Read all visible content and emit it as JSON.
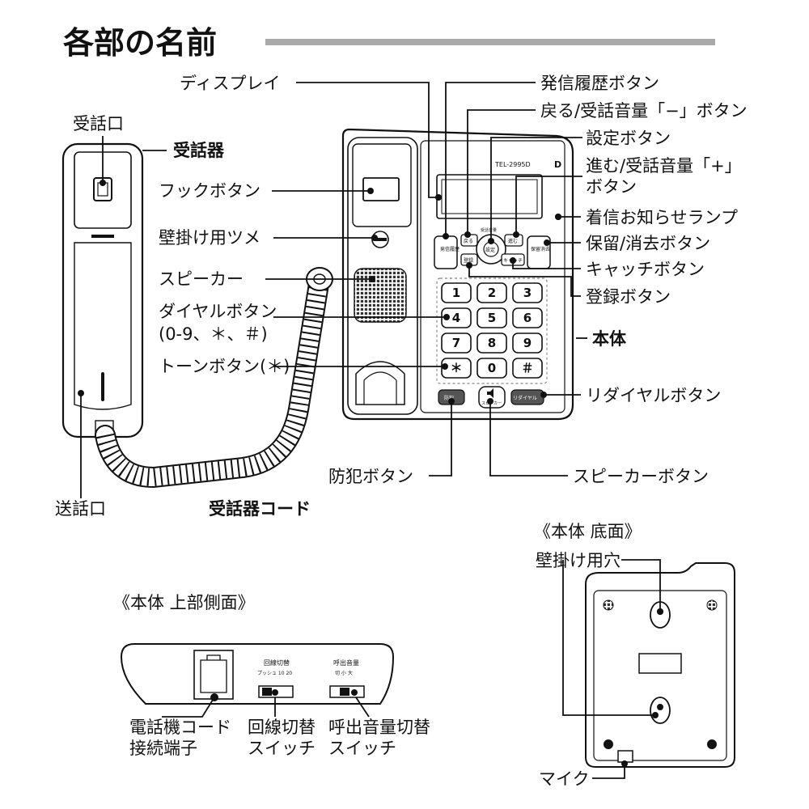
{
  "title": "各部の名前",
  "model_text": "TEL-2995D",
  "logo_letter": "D",
  "labels": {
    "jushin_kuchi": "受話口",
    "juwaki": "受話器",
    "hook_button": "フックボタン",
    "kabekake_tsume": "壁掛け用ツメ",
    "speaker": "スピーカー",
    "dial_button_1": "ダイヤルボタン",
    "dial_button_2": "(0-9、＊、＃)",
    "tone_button": "トーンボタン(＊)",
    "soshin_kuchi": "送話口",
    "juwaki_cord": "受話器コード",
    "display": "ディスプレイ",
    "hasshin_rireki_button": "発信履歴ボタン",
    "modoru_button": "戻る/受話音量「−」ボタン",
    "settei_button": "設定ボタン",
    "susumu_button_1": "進む/受話音量「+」",
    "susumu_button_2": "ボタン",
    "chakushin_lamp": "着信お知らせランプ",
    "horyu_button": "保留/消去ボタン",
    "catch_button": "キャッチボタン",
    "toroku_button": "登録ボタン",
    "hontai": "本体",
    "redial_button": "リダイヤルボタン",
    "bouhan_button": "防犯ボタン",
    "speaker_button": "スピーカーボタン"
  },
  "phone_keys": {
    "hasshin_rireki": "発信履歴",
    "modoru": "戻る",
    "juwa_onryo": "受話音量",
    "settei": "設定",
    "susumu": "進む",
    "horyu_shokyo": "保留消去",
    "toroku": "登録",
    "catch": "キャッチ",
    "bouhan": "防犯",
    "speaker": "スピーカー",
    "redial": "リダイヤル",
    "dial": [
      "1",
      "2",
      "3",
      "4",
      "5",
      "6",
      "7",
      "8",
      "9",
      "＊",
      "0",
      "＃"
    ]
  },
  "top_side": {
    "heading": "《本体 上部側面》",
    "kaisen_kirikae": "回線切替",
    "kaisen_options": "プッシュ 10 20",
    "yobidashi_onryo": "呼出音量",
    "yobidashi_options": "切 小 大",
    "terminal_label_1": "電話機コード",
    "terminal_label_2": "接続端子",
    "kaisen_switch_1": "回線切替",
    "kaisen_switch_2": "スイッチ",
    "yobidashi_switch_1": "呼出音量切替",
    "yobidashi_switch_2": "スイッチ"
  },
  "bottom": {
    "heading": "《本体 底面》",
    "kabekake_ana": "壁掛け用穴",
    "mic": "マイク"
  }
}
